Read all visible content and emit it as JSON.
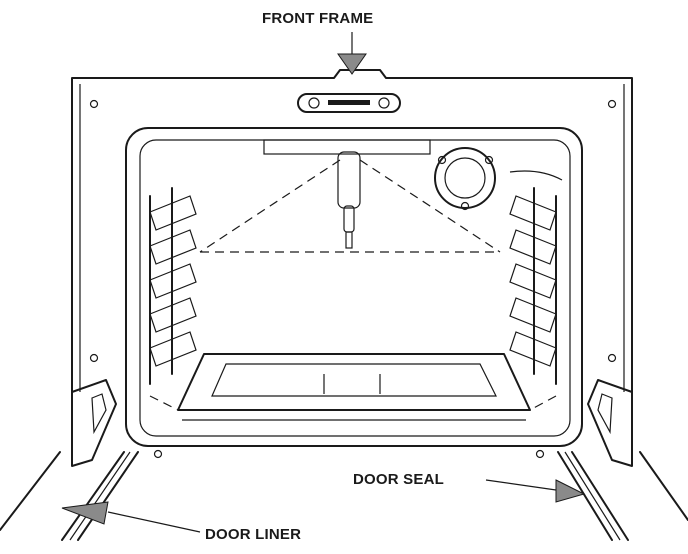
{
  "callouts": {
    "front_frame": "FRONT FRAME",
    "door_seal": "DOOR SEAL",
    "door_liner": "DOOR LINER"
  },
  "colors": {
    "line": "#1a1a1a",
    "background": "#ffffff",
    "arrow_fill": "#8a8a8a"
  }
}
